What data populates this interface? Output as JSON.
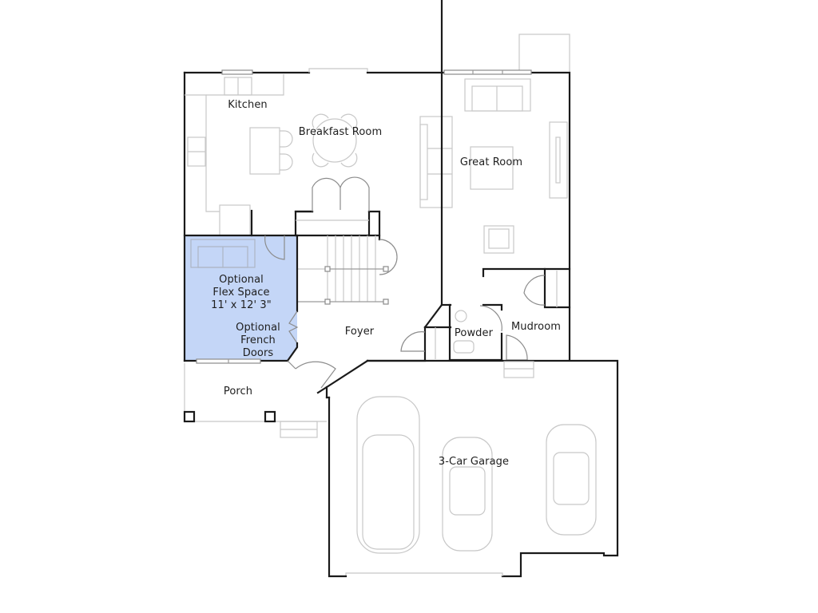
{
  "diagram": {
    "type": "floor-plan",
    "title": "",
    "highlight_color": "#c4d6f7",
    "wall_color": "#1a1a1a",
    "furniture_color": "#c8c8c8",
    "rooms": {
      "kitchen": {
        "label": "Kitchen"
      },
      "breakfast_room": {
        "label": "Breakfast Room"
      },
      "great_room": {
        "label": "Great Room"
      },
      "flex_space": {
        "line1": "Optional",
        "line2": "Flex Space",
        "dimensions": "11' x 12' 3\"",
        "highlighted": true
      },
      "french_doors": {
        "line1": "Optional",
        "line2": "French",
        "line3": "Doors"
      },
      "foyer": {
        "label": "Foyer"
      },
      "powder": {
        "label": "Powder"
      },
      "mudroom": {
        "label": "Mudroom"
      },
      "porch": {
        "label": "Porch"
      },
      "garage": {
        "label": "3-Car Garage"
      }
    }
  }
}
